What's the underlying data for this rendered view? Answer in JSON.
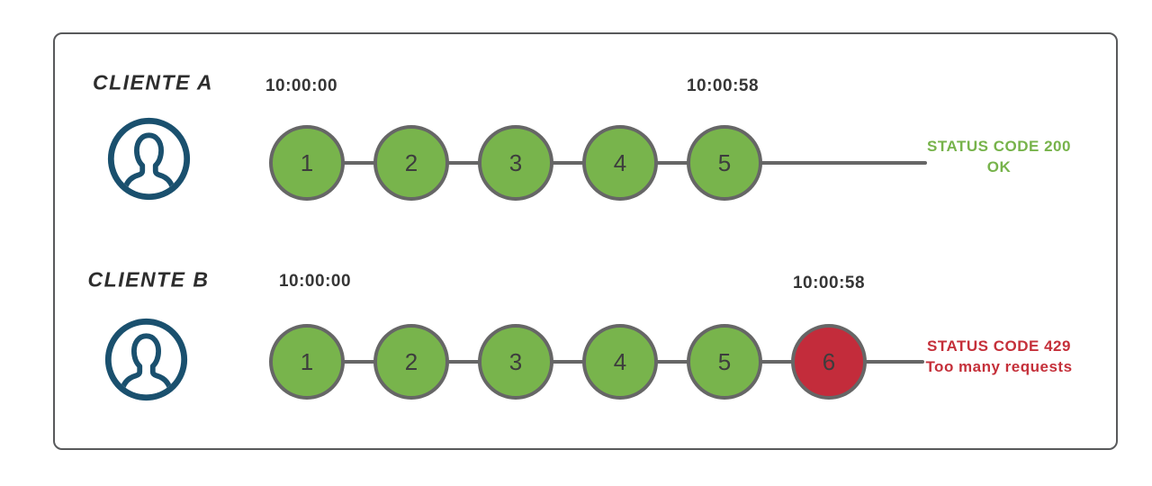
{
  "diagram": {
    "rows": [
      {
        "client_label": "CLIENTE A",
        "start_time": "10:00:00",
        "end_time": "10:00:58",
        "requests": [
          {
            "label": "1",
            "color": "#78b44c"
          },
          {
            "label": "2",
            "color": "#78b44c"
          },
          {
            "label": "3",
            "color": "#78b44c"
          },
          {
            "label": "4",
            "color": "#78b44c"
          },
          {
            "label": "5",
            "color": "#78b44c"
          }
        ],
        "status_line1": "STATUS CODE 200",
        "status_line2": "OK",
        "status_color": "#77b34b"
      },
      {
        "client_label": "CLIENTE B",
        "start_time": "10:00:00",
        "end_time": "10:00:58",
        "requests": [
          {
            "label": "1",
            "color": "#78b44c"
          },
          {
            "label": "2",
            "color": "#78b44c"
          },
          {
            "label": "3",
            "color": "#78b44c"
          },
          {
            "label": "4",
            "color": "#78b44c"
          },
          {
            "label": "5",
            "color": "#78b44c"
          },
          {
            "label": "6",
            "color": "#c32c3b"
          }
        ],
        "status_line1": "STATUS CODE 429",
        "status_line2": "Too many requests",
        "status_color": "#c5303a"
      }
    ],
    "colors": {
      "circle_border": "#666666",
      "timeline_line": "#666666",
      "frame_border": "#58595b",
      "avatar_blue": "#1a506e",
      "green": "#78b44c",
      "red": "#c32c3b",
      "timestamp_text": "#363636"
    }
  }
}
